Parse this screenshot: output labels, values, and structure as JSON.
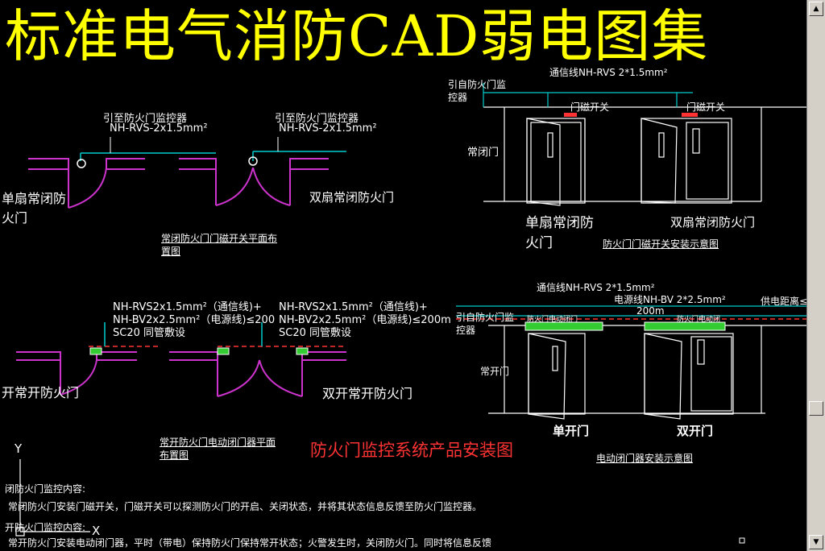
{
  "title": "标准电气消防CAD弱电图集",
  "plan1": {
    "label_left": "引至防火门监控器",
    "cable_left": "NH-RVS-2x1.5mm²",
    "label_right": "引至防火门监控器",
    "cable_right": "NH-RVS-2x1.5mm²",
    "single_door": "单扇常闭防",
    "single_door_2": "火门",
    "double_door": "双扇常闭防火门",
    "caption_1": "常闭防火门门磁开关平面布",
    "caption_2": "置图"
  },
  "elev1": {
    "comm_line": "通信线NH-RVS 2*1.5mm²",
    "source_1": "引自防火门监",
    "source_2": "控器",
    "switch_left": "门磁开关",
    "switch_right": "门磁开关",
    "door_type": "常闭门",
    "single_1": "单扇常闭防",
    "single_2": "火门",
    "double": "双扇常闭防火门",
    "caption": "防火门门磁开关安装示意图"
  },
  "plan2": {
    "cable_1a": "NH-RVS2x1.5mm²（通信线)+",
    "cable_1b": "NH-BV2x2.5mm²（电源线)≤200",
    "cable_1c": "SC20 同管敷设",
    "cable_2a": "NH-RVS2x1.5mm²（通信线)+",
    "cable_2b": "NH-BV2x2.5mm²（电源线)≤200m",
    "cable_2c": "SC20 同管敷设",
    "single": "开常开防火门",
    "double": "双开常开防火门",
    "caption_1": "常开防火门电动闭门器平面",
    "caption_2": "布置图"
  },
  "elev2": {
    "comm_line": "通信线NH-RVS 2*1.5mm²",
    "power_line": "电源线NH-BV 2*2.5mm²",
    "supply": "供电距离≤",
    "dist": "200m",
    "source_1": "引自防火门监",
    "source_2": "控器",
    "closer_1": "防火门电动闭门",
    "closer_2": "防火门电动闭",
    "door_type": "常开门",
    "single": "单开门",
    "double": "双开门",
    "caption": "电动闭门器安装示意图"
  },
  "red_title": "防火门监控系统产品安装图",
  "axis": {
    "y": "Y",
    "x": "X"
  },
  "notes": {
    "heading_1": "闭防火门监控内容:",
    "line_1": "常闭防火门安装门磁开关，门磁开关可以探测防火门的开启、关闭状态，并将其状态信息反馈至防火门监控器。",
    "heading_2": "开防火门监控内容:",
    "line_2": "常开防火门安装电动闭门器，平时（带电）保持防火门保持常开状态；火警发生时，关闭防火门。同时将信息反馈"
  },
  "colors": {
    "title": "#ffff00",
    "wall": "#cc33cc",
    "wire": "#00cccc",
    "red": "#ff3333",
    "green": "#33cc33"
  }
}
